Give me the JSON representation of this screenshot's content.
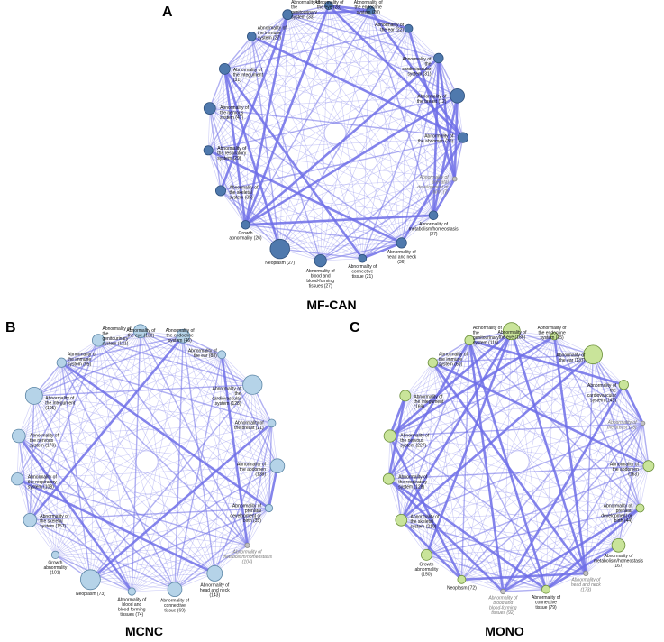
{
  "colors": {
    "edge": "#6f6fe8",
    "node_blue_fill": "#4f79ad",
    "node_blue_stroke": "#2d4f7c",
    "node_lightblue_fill": "#b5d3e8",
    "node_lightblue_stroke": "#5c86a6",
    "node_green_fill": "#c9e49a",
    "node_green_stroke": "#6b8f3a",
    "node_muted_fill": "#c2c2c2"
  },
  "panels": [
    {
      "letter": "A",
      "title": "MF-CAN",
      "node_style": "blue",
      "nodes": [
        {
          "label": "Abnormality of the eye (28)",
          "size": 22
        },
        {
          "label": "Abnormality of the endocrine system (20)",
          "size": 22
        },
        {
          "label": "Abnormality of the ear (22)",
          "size": 22
        },
        {
          "label": "Abnormality of the cardiovascular system (31)",
          "size": 31
        },
        {
          "label": "Abnormality of the breast (12)",
          "size": 70
        },
        {
          "label": "Abnormality of the abdomen (36)",
          "size": 36
        },
        {
          "label": "Abnormality of prenatal development or birth (7)",
          "size": 7,
          "muted": true
        },
        {
          "label": "Abnormality of metabolism/homeostasis (27)",
          "size": 27
        },
        {
          "label": "Abnormality of head and neck (36)",
          "size": 36
        },
        {
          "label": "Abnormality of connective tissue (21)",
          "size": 21
        },
        {
          "label": "Abnormality of blood and blood-forming tissues (27)",
          "size": 50
        },
        {
          "label": "Neoplasm (27)",
          "size": 130
        },
        {
          "label": "Growth abnormality (26)",
          "size": 26
        },
        {
          "label": "Abnormality of the skeletal system (35)",
          "size": 35
        },
        {
          "label": "Abnormality of the respiratory system (29)",
          "size": 29
        },
        {
          "label": "Abnormality of the nervous system (47)",
          "size": 47
        },
        {
          "label": "Abnormality of the integument (31)",
          "size": 40
        },
        {
          "label": "Abnormality of the immune system (27)",
          "size": 27
        },
        {
          "label": "Abnormality of the genitourinary system (33)",
          "size": 33
        }
      ]
    },
    {
      "letter": "B",
      "title": "MCNC",
      "node_style": "lightblue",
      "nodes": [
        {
          "label": "Abnormality of the eye (130)",
          "size": 60
        },
        {
          "label": "Abnormality of the endocrine system (46)",
          "size": 60
        },
        {
          "label": "Abnormality of the ear (88)",
          "size": 22
        },
        {
          "label": "Abnormality of the cardiovascular system (128)",
          "size": 128
        },
        {
          "label": "Abnormality of the breast (21)",
          "size": 21
        },
        {
          "label": "Abnormality of the abdomen (138)",
          "size": 70
        },
        {
          "label": "Abnormality of prenatal development or birth (35)",
          "size": 20
        },
        {
          "label": "Abnormality of metabolism/homeostasis (104)",
          "size": 8,
          "muted": true
        },
        {
          "label": "Abnormality of head and neck (143)",
          "size": 80
        },
        {
          "label": "Abnormality of connective tissue (69)",
          "size": 69
        },
        {
          "label": "Abnormality of blood and blood-forming tissues (74)",
          "size": 20
        },
        {
          "label": "Neoplasm (73)",
          "size": 140
        },
        {
          "label": "Growth abnormality (101)",
          "size": 20
        },
        {
          "label": "Abnormality of the skeletal system (157)",
          "size": 60
        },
        {
          "label": "Abnormality of the respiratory system (108)",
          "size": 50
        },
        {
          "label": "Abnormality of the nervous system (170)",
          "size": 60
        },
        {
          "label": "Abnormality of the integument (105)",
          "size": 100
        },
        {
          "label": "Abnormality of the immune system (95)",
          "size": 30
        },
        {
          "label": "Abnormality of the genitourinary system (121)",
          "size": 50
        }
      ]
    },
    {
      "letter": "C",
      "title": "MONO",
      "node_style": "green",
      "nodes": [
        {
          "label": "Abnormality of the eye (186)",
          "size": 100
        },
        {
          "label": "Abnormality of the endocrine system (75)",
          "size": 20
        },
        {
          "label": "Abnormality of the ear (137)",
          "size": 120
        },
        {
          "label": "Abnormality of the cardiovascular system (145)",
          "size": 30
        },
        {
          "label": "Abnormality of the breast (13)",
          "size": 6,
          "muted": true
        },
        {
          "label": "Abnormality of the abdomen (163)",
          "size": 40
        },
        {
          "label": "Abnormality of prenatal development or birth (44)",
          "size": 22
        },
        {
          "label": "Abnormality of metabolism/homeostasis (167)",
          "size": 60
        },
        {
          "label": "Abnormality of head and neck (173)",
          "size": 8,
          "muted": true
        },
        {
          "label": "Abnormality of connective tissue (79)",
          "size": 22
        },
        {
          "label": "Abnormality of blood and blood-forming tissues (92)",
          "size": 8,
          "muted": true
        },
        {
          "label": "Neoplasm (72)",
          "size": 22
        },
        {
          "label": "Growth abnormality (150)",
          "size": 40
        },
        {
          "label": "Abnormality of the skeletal system (210)",
          "size": 45
        },
        {
          "label": "Abnormality of the respiratory system (128)",
          "size": 40
        },
        {
          "label": "Abnormality of the nervous system (227)",
          "size": 50
        },
        {
          "label": "Abnormality of the integument (169)",
          "size": 40
        },
        {
          "label": "Abnormality of the immune system (60)",
          "size": 30
        },
        {
          "label": "Abnormality of the genitourinary system (116)",
          "size": 30
        }
      ]
    }
  ]
}
